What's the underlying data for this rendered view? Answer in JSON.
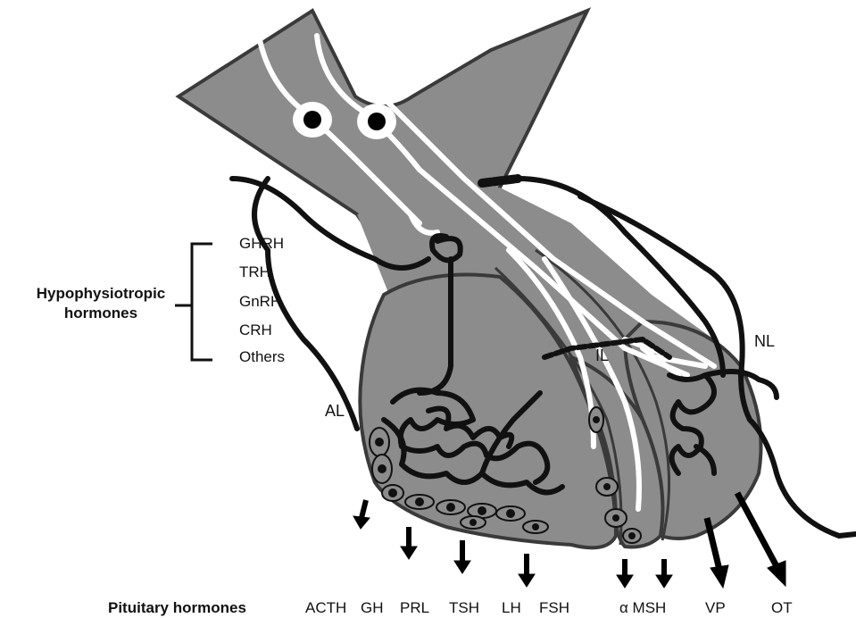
{
  "hypophysiotropic": {
    "title_line1": "Hypophysiotropic",
    "title_line2": "hormones",
    "items": [
      "GHRH",
      "TRH",
      "GnRH",
      "CRH",
      "Others"
    ]
  },
  "regions": {
    "anterior": "AL",
    "intermediate": "IL",
    "neural": "NL"
  },
  "pituitary": {
    "title": "Pituitary hormones",
    "hormones": [
      "ACTH",
      "GH",
      "PRL",
      "TSH",
      "LH",
      "FSH",
      "α MSH",
      "VP",
      "OT"
    ]
  },
  "colors": {
    "tissue": "#8c8c8c",
    "outline": "#3a3a3a",
    "vessel": "#111111",
    "fiber": "#ffffff"
  }
}
